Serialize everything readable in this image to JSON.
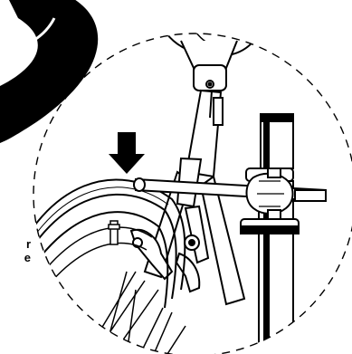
{
  "figure": {
    "callout_fragment_lines": [
      "r",
      "e"
    ],
    "marker": "down-arrow",
    "colors": {
      "ink": "#000000",
      "paper": "#ffffff"
    }
  }
}
